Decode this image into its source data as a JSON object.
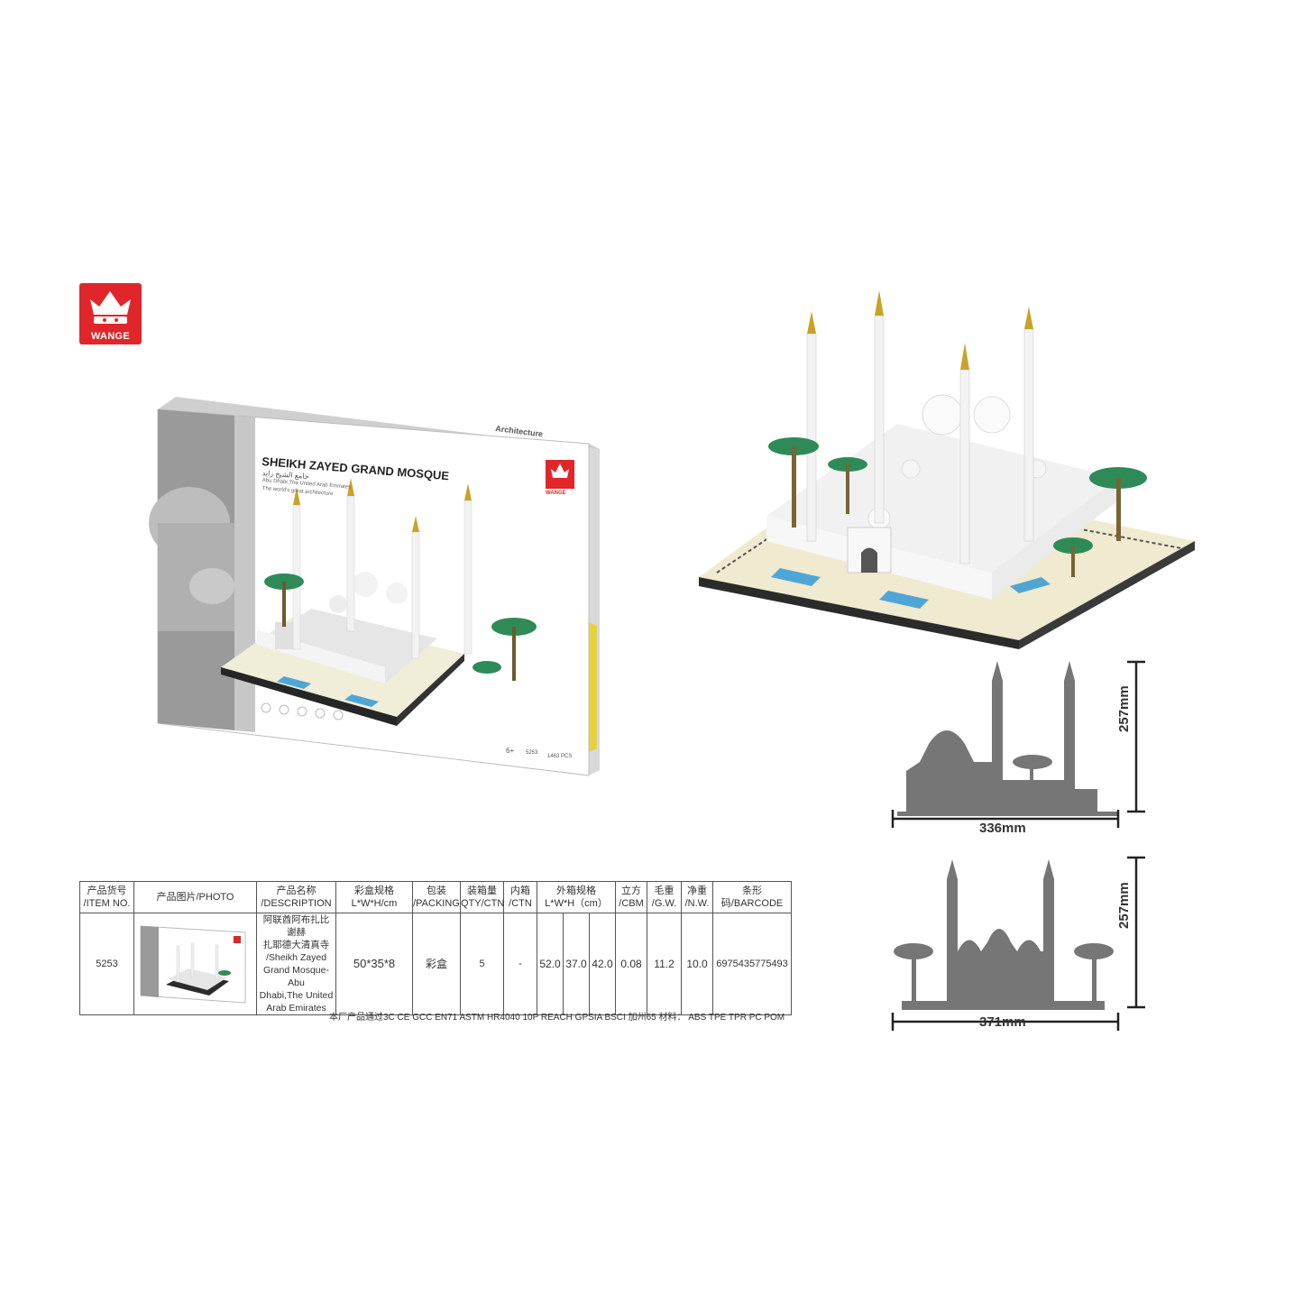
{
  "logo": {
    "brand": "WANGE"
  },
  "box": {
    "title": "SHEIKH ZAYED GRAND MOSQUE",
    "arabic": "جامع الشيخ زايد",
    "location": "Abu Dhabi,The United Arab Emirates",
    "tagline": "The world's great architecture",
    "series": "Architecture",
    "brand": "WANGE",
    "age": "6+",
    "item_no": "5253",
    "pcs": "1463 PCS"
  },
  "dimensions": {
    "top": {
      "height": "257mm",
      "width": "336mm"
    },
    "bottom": {
      "height": "257mm",
      "width": "371mm"
    }
  },
  "table": {
    "headers": [
      [
        "产品货号",
        "/ITEM NO."
      ],
      [
        "产品图片/PHOTO"
      ],
      [
        "产品名称",
        "/DESCRIPTION"
      ],
      [
        "彩盒规格",
        "L*W*H/cm"
      ],
      [
        "包装",
        "/PACKING"
      ],
      [
        "装箱量",
        "QTY/CTN"
      ],
      [
        "内箱",
        "/CTN"
      ],
      [
        "外箱规格",
        "L*W*H（cm）"
      ],
      [
        "立方",
        "/CBM"
      ],
      [
        "毛重",
        "/G.W."
      ],
      [
        "净重",
        "/N.W."
      ],
      [
        "条形码/BARCODE"
      ]
    ],
    "row": {
      "item_no": "5253",
      "description": [
        "阿联酋阿布扎比谢赫",
        "扎耶德大清真寺",
        "/Sheikh Zayed",
        "Grand Mosque-Abu",
        "Dhabi,The United",
        "Arab Emirates"
      ],
      "box_size": "50*35*8",
      "packing": "彩盒",
      "qty": "5",
      "inner": "-",
      "outer_l": "52.0",
      "outer_w": "37.0",
      "outer_h": "42.0",
      "cbm": "0.08",
      "gw": "11.2",
      "nw": "10.0",
      "barcode": "6975435775493"
    },
    "footnote": "本厂产品通过3C  CE  GCC  EN71  ASTM  HR4040  10P  REACH  GPSIA  BSCI  加州65   材料： ABS TPE TPR PC POM"
  },
  "colors": {
    "logo_red": "#e0262b",
    "silhouette": "#767676",
    "water": "#4fa6d6",
    "palm": "#2e8b57",
    "gold": "#c9a227"
  }
}
